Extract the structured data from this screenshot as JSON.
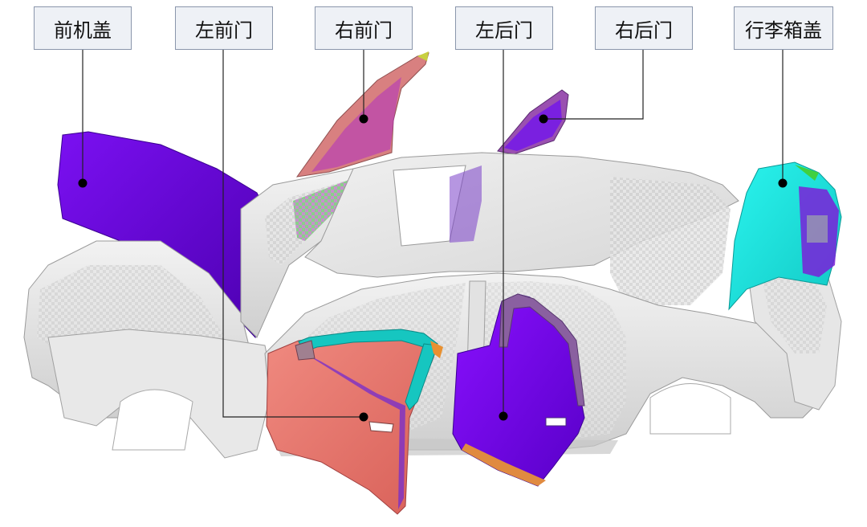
{
  "labels": {
    "front_hood": "前机盖",
    "left_front_door": "左前门",
    "right_front_door": "右前门",
    "left_rear_door": "左后门",
    "right_rear_door": "右后门",
    "trunk_lid": "行李箱盖"
  },
  "colors": {
    "hood": "#6a00e0",
    "front_door_panel": "#e8776f",
    "front_door_frame": "#16c6c0",
    "rear_door_panel": "#7a00ee",
    "trunk_lid": "#19e8e2",
    "body_white": "#e4e4e4",
    "box_border": "#8a96ab",
    "box_fill": "#eef1f6",
    "leader_line": "#222222"
  }
}
